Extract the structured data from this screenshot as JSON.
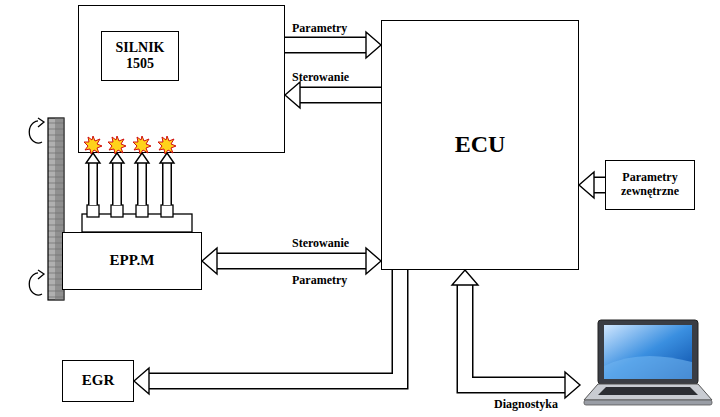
{
  "diagram": {
    "nodes": [
      {
        "text": [
          "SILNIK 1505"
        ]
      },
      {
        "text": [
          "ECU"
        ]
      },
      {
        "text": [
          "Parametry zewnętrzne"
        ]
      },
      {
        "text": [
          "EPP.M"
        ]
      },
      {
        "text": [
          "EGR"
        ]
      },
      {
        "text": [
          "Diagnostyka"
        ]
      }
    ],
    "edges": [
      {
        "from": 0,
        "to": 1,
        "arrow": "to",
        "label": "Parametry"
      },
      {
        "from": 1,
        "to": 0,
        "arrow": "to",
        "label": "Sterowanie"
      },
      {
        "from": 2,
        "to": 1,
        "arrow": "to"
      },
      {
        "from": 3,
        "to": 1,
        "arrow": "both",
        "label": "Sterowanie"
      },
      {
        "from": 1,
        "to": 4,
        "arrow": "to"
      },
      {
        "from": 1,
        "to": 5,
        "arrow": "both"
      },
      {
        "from": 3,
        "to": 0,
        "arrow": "to"
      },
      {
        "from": 3,
        "to": 0,
        "arrow": "to"
      },
      {
        "from": 3,
        "to": 0,
        "arrow": "to"
      },
      {
        "from": 3,
        "to": 0,
        "arrow": "to"
      }
    ],
    "labels": [
      "Parametry"
    ]
  }
}
